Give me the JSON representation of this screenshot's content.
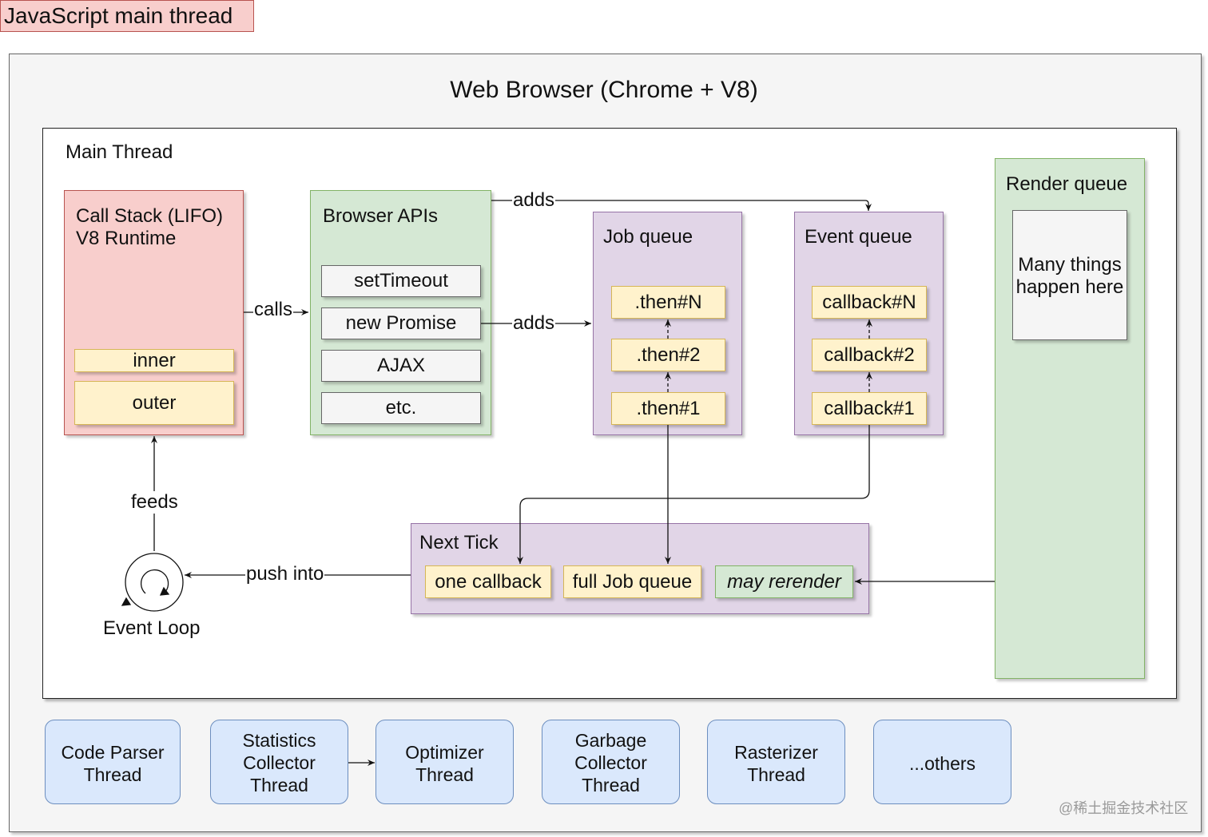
{
  "title_tag": "JavaScript main thread",
  "browser": {
    "title": "Web Browser (Chrome + V8)"
  },
  "main_thread": {
    "title": "Main Thread"
  },
  "call_stack": {
    "title_line1": "Call Stack (LIFO)",
    "title_line2": "V8 Runtime",
    "frames": [
      "inner",
      "outer"
    ]
  },
  "browser_apis": {
    "title": "Browser APIs",
    "items": [
      "setTimeout",
      "new Promise",
      "AJAX",
      "etc."
    ]
  },
  "job_queue": {
    "title": "Job queue",
    "items": [
      ".then#N",
      ".then#2",
      ".then#1"
    ]
  },
  "event_queue": {
    "title": "Event queue",
    "items": [
      "callback#N",
      "callback#2",
      "callback#1"
    ]
  },
  "render_queue": {
    "title": "Render queue",
    "note_line1": "Many things",
    "note_line2": "happen here"
  },
  "next_tick": {
    "title": "Next Tick",
    "items": [
      "one callback",
      "full Job queue",
      "may rerender"
    ]
  },
  "event_loop": {
    "label": "Event Loop"
  },
  "edges": {
    "calls": "calls",
    "adds_top": "adds",
    "adds_mid": "adds",
    "feeds": "feeds",
    "push_into": "push into"
  },
  "threads": [
    {
      "line1": "Code Parser",
      "line2": "Thread",
      "line3": ""
    },
    {
      "line1": "Statistics",
      "line2": "Collector",
      "line3": "Thread"
    },
    {
      "line1": "Optimizer",
      "line2": "Thread",
      "line3": ""
    },
    {
      "line1": "Garbage",
      "line2": "Collector",
      "line3": "Thread"
    },
    {
      "line1": "Rasterizer",
      "line2": "Thread",
      "line3": ""
    },
    {
      "line1": "...others",
      "line2": "",
      "line3": ""
    }
  ],
  "watermark": "@稀土掘金技术社区"
}
